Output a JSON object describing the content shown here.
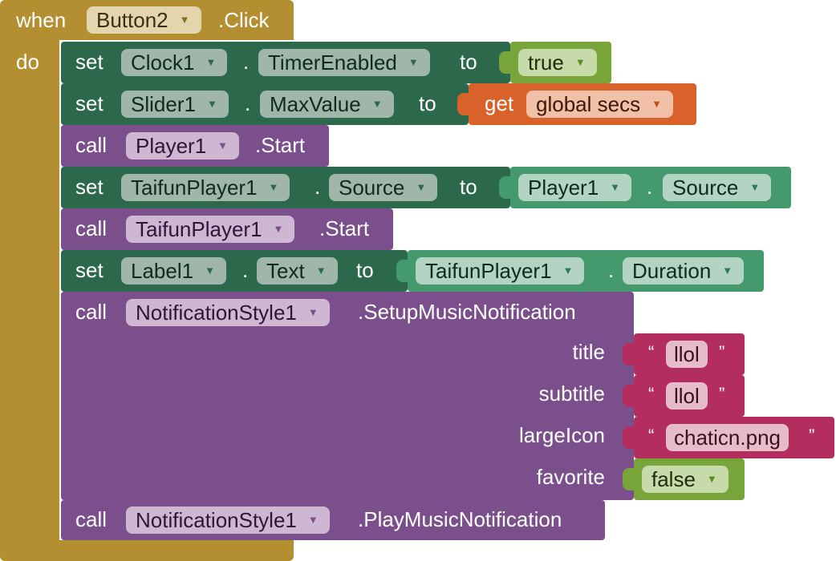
{
  "event": {
    "when": "when",
    "component": "Button2",
    "event_name": ".Click",
    "do": "do"
  },
  "blocks": {
    "b1": {
      "keyword": "set",
      "component": "Clock1",
      "dot": ".",
      "property": "TimerEnabled",
      "to": "to",
      "value": "true"
    },
    "b2": {
      "keyword": "set",
      "component": "Slider1",
      "dot": ".",
      "property": "MaxValue",
      "to": "to",
      "get": "get",
      "variable": "global secs"
    },
    "b3": {
      "keyword": "call",
      "component": "Player1",
      "method": ".Start"
    },
    "b4": {
      "keyword": "set",
      "component": "TaifunPlayer1",
      "dot": ".",
      "property": "Source",
      "to": "to",
      "value_component": "Player1",
      "value_dot": ".",
      "value_property": "Source"
    },
    "b5": {
      "keyword": "call",
      "component": "TaifunPlayer1",
      "method": ".Start"
    },
    "b6": {
      "keyword": "set",
      "component": "Label1",
      "dot": ".",
      "property": "Text",
      "to": "to",
      "value_component": "TaifunPlayer1",
      "value_dot": ".",
      "value_property": "Duration"
    },
    "b7": {
      "keyword": "call",
      "component": "NotificationStyle1",
      "method": ".SetupMusicNotification",
      "params": {
        "title_label": "title",
        "title_value": "llol",
        "subtitle_label": "subtitle",
        "subtitle_value": "llol",
        "largeicon_label": "largeIcon",
        "largeicon_value": "chaticn.png",
        "favorite_label": "favorite",
        "favorite_value": "false"
      }
    },
    "b8": {
      "keyword": "call",
      "component": "NotificationStyle1",
      "method": ".PlayMusicNotification"
    }
  },
  "glyphs": {
    "dropdown": "▼",
    "open_quote": "“",
    "close_quote": "”"
  },
  "colors": {
    "event": "#b38f32",
    "setter": "#2c694c",
    "getter": "#449a6c",
    "call": "#7b4f8b",
    "logic": "#77a53a",
    "variable": "#d9622a",
    "text": "#b32d5e"
  }
}
